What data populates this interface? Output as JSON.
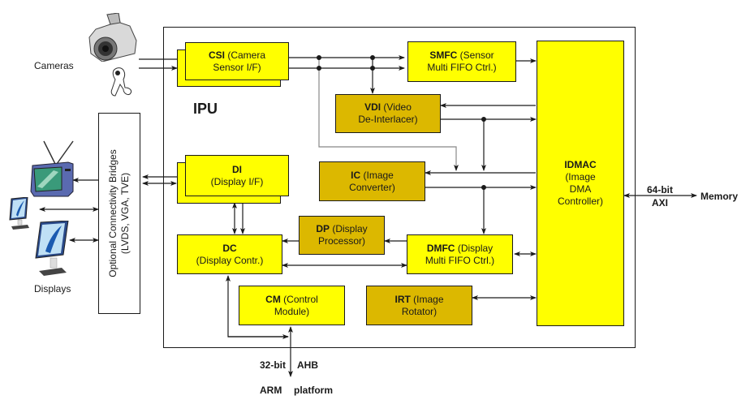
{
  "diagram": {
    "title": "IPU",
    "external": {
      "cameras_label": "Cameras",
      "displays_label": "Displays",
      "memory_label": "Memory",
      "axi_label_line1": "64-bit",
      "axi_label_line2": "AXI",
      "ahb_label_left": "32-bit",
      "ahb_label_right": "AHB",
      "arm_label_left": "ARM",
      "arm_label_right": "platform"
    },
    "bridge": {
      "line1": "Optional Connectivity Bridges",
      "line2": "(LVDS, VGA, TVE)"
    },
    "blocks": {
      "csi": {
        "abbr": "CSI",
        "desc1": " (Camera",
        "desc2": "Sensor I/F)"
      },
      "smfc": {
        "abbr": "SMFC",
        "desc1": " (Sensor",
        "desc2": "Multi FIFO Ctrl.)"
      },
      "vdi": {
        "abbr": "VDI",
        "desc1": " (Video",
        "desc2": "De-Interlacer)"
      },
      "di": {
        "abbr": "DI",
        "desc1": "",
        "desc2": "(Display I/F)"
      },
      "ic": {
        "abbr": "IC",
        "desc1": " (Image",
        "desc2": "Converter)"
      },
      "dp": {
        "abbr": "DP",
        "desc1": " (Display",
        "desc2": "Processor)"
      },
      "dc": {
        "abbr": "DC",
        "desc1": "",
        "desc2": "(Display Contr.)"
      },
      "dmfc": {
        "abbr": "DMFC",
        "desc1": " (Display",
        "desc2": "Multi FIFO Ctrl.)"
      },
      "cm": {
        "abbr": "CM",
        "desc1": " (Control",
        "desc2": "Module)"
      },
      "irt": {
        "abbr": "IRT",
        "desc1": " (Image",
        "desc2": "Rotator)"
      },
      "idmac": {
        "abbr": "IDMAC",
        "desc1": "(Image",
        "desc2": "DMA",
        "desc3": "Controller)"
      }
    },
    "colors": {
      "primary_block": "#ffff00",
      "processing_block": "#dcb800",
      "line": "#1a1a1a",
      "secondary_line": "#888888"
    },
    "icons": [
      "camera-icon",
      "webcam-icon",
      "tv-icon",
      "small-monitor-icon",
      "large-monitor-icon"
    ]
  }
}
